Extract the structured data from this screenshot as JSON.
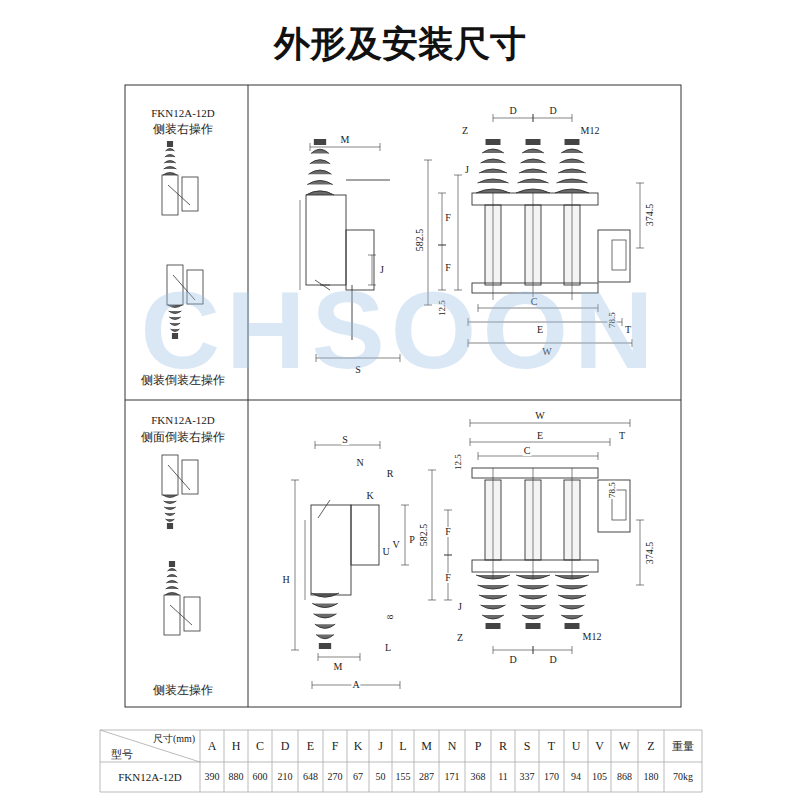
{
  "diagram": {
    "title": "外形及安装尺寸",
    "labels": [
      "FKN12A-12D",
      "侧装右操作",
      "侧装倒装左操作",
      "M",
      "J",
      "S",
      "D",
      "D",
      "Z",
      "M12",
      "J",
      "F",
      "F",
      "582.5",
      "374.5",
      "12.5",
      "78.5",
      "C",
      "E",
      "W",
      "T",
      "FKN12A-12D",
      "侧面倒装右操作",
      "侧装左操作",
      "S",
      "N",
      "R",
      "K",
      "U",
      "V",
      "P",
      "H",
      "L",
      "8",
      "M",
      "A",
      "W",
      "E",
      "T",
      "C",
      "12.5",
      "78.5",
      "582.5",
      "F",
      "F",
      "374.5",
      "J",
      "Z",
      "M12",
      "D",
      "D",
      "CHSOON",
      "尺寸(mm)",
      "型号",
      "A",
      "H",
      "C",
      "D",
      "E",
      "F",
      "K",
      "J",
      "L",
      "M",
      "N",
      "P",
      "R",
      "S",
      "T",
      "U",
      "V",
      "W",
      "Z",
      "重量",
      "FKN12A-12D",
      "390",
      "880",
      "600",
      "210",
      "648",
      "270",
      "67",
      "50",
      "155",
      "287",
      "171",
      "368",
      "11",
      "337",
      "170",
      "94",
      "105",
      "868",
      "180",
      "70kg"
    ]
  }
}
